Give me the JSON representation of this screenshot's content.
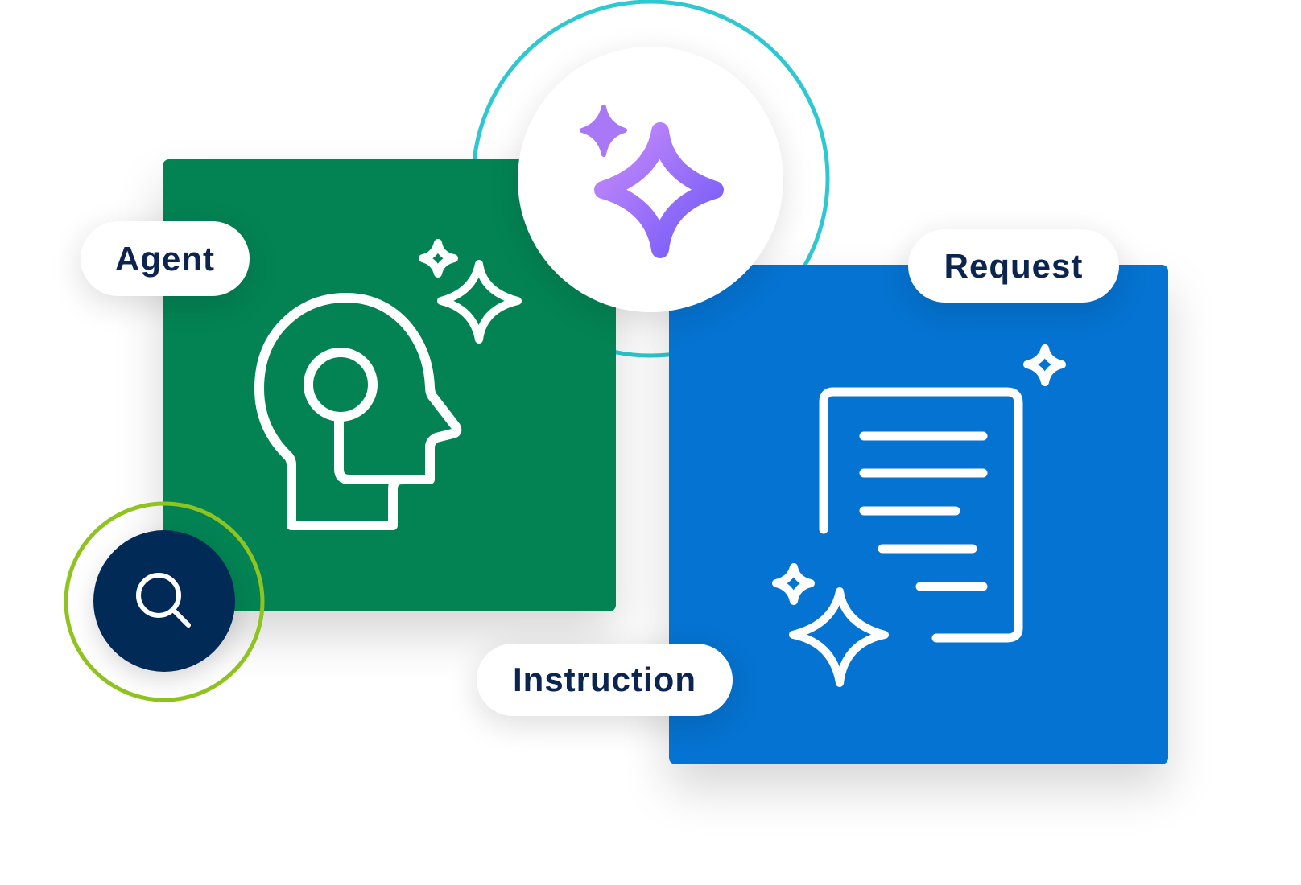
{
  "labels": {
    "agent": "Agent",
    "request": "Request",
    "instruction": "Instruction"
  },
  "colors": {
    "green_card": "#038354",
    "blue_card": "#0573d1",
    "teal_ring": "#2ec9d0",
    "lime_ring": "#8fc31f",
    "navy": "#012a57",
    "label_text": "#0c2450",
    "sparkle_purple": "#b07cf7"
  },
  "icons": [
    "ai-sparkle-icon",
    "head-profile-icon",
    "document-icon",
    "search-icon",
    "sparkle-icon"
  ]
}
